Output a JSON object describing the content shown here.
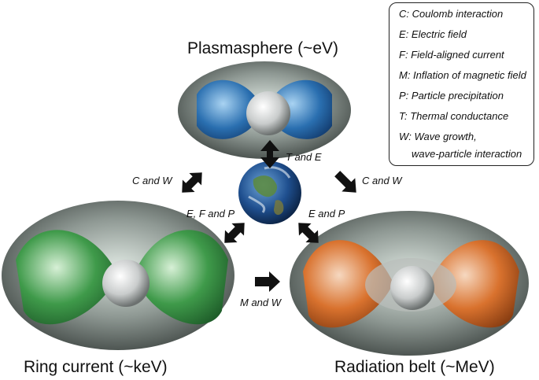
{
  "regions": {
    "plasmasphere": "Plasmasphere (~eV)",
    "ring_current": "Ring current (~keV)",
    "radiation_belt": "Radiation belt (~MeV)"
  },
  "interactions": {
    "earth_plasmasphere": "T and E",
    "plasmasphere_ring": "C and W",
    "plasmasphere_belt": "C and W",
    "earth_ring": "E, F and P",
    "earth_belt": "E and P",
    "ring_belt": "M and W"
  },
  "legend": [
    "C: Coulomb interaction",
    "E: Electric field",
    "F: Field-aligned current",
    "M: Inflation of magnetic field",
    "P: Particle precipitation",
    "T: Thermal conductance",
    "W: Wave growth,",
    "wave-particle interaction"
  ],
  "colors": {
    "plasmasphere": "#2a6fb0",
    "ring_current": "#3f9a4a",
    "radiation_belt": "#d9722e",
    "shell": "#5a6360",
    "arrow": "#111111"
  }
}
